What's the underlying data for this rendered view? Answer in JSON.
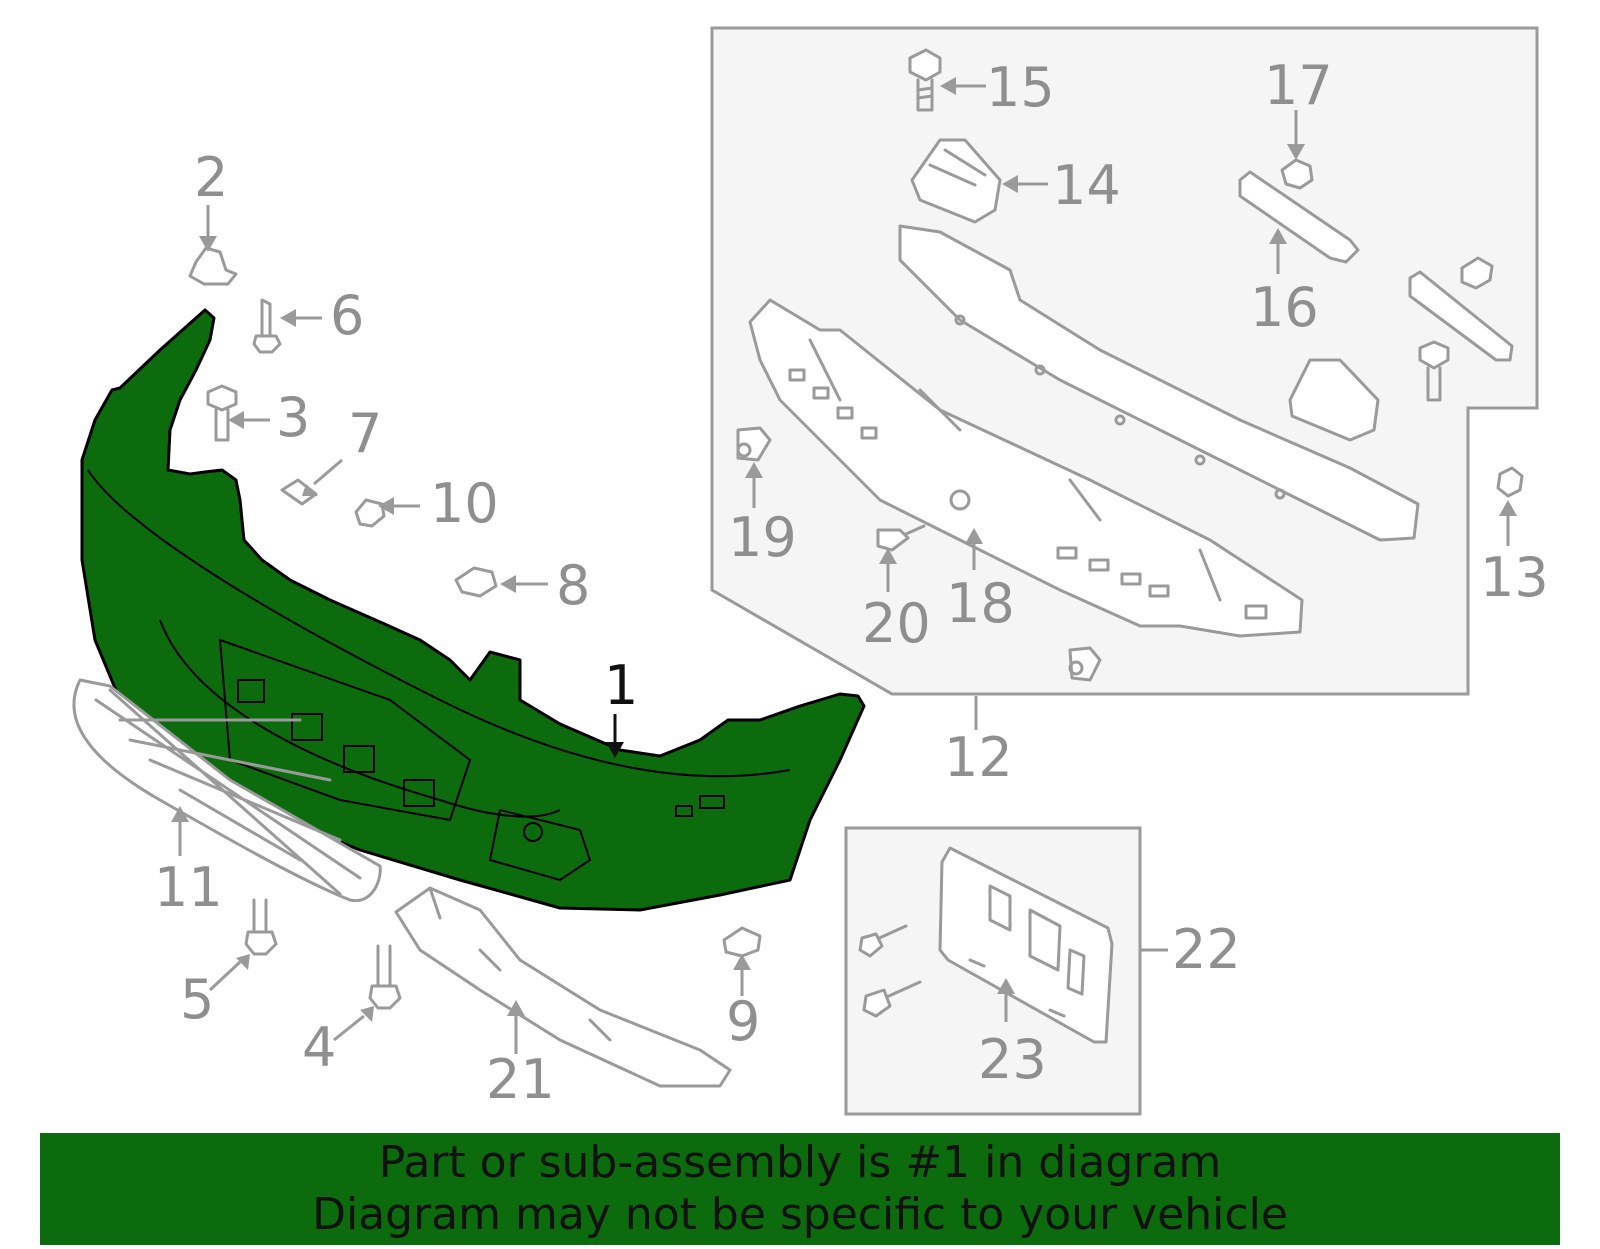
{
  "callouts": {
    "c1": "1",
    "c2": "2",
    "c3": "3",
    "c4": "4",
    "c5": "5",
    "c6": "6",
    "c7": "7",
    "c8": "8",
    "c9": "9",
    "c10": "10",
    "c11": "11",
    "c12": "12",
    "c13": "13",
    "c14": "14",
    "c15": "15",
    "c16": "16",
    "c17": "17",
    "c18": "18",
    "c19": "19",
    "c20": "20",
    "c21": "21",
    "c22": "22",
    "c23": "23"
  },
  "banner": {
    "line1": "Part or sub-assembly is #1 in diagram",
    "line2": "Diagram may not be specific to your vehicle"
  },
  "colors": {
    "highlight": "#0c6b0c",
    "parts": "#9a9a9a",
    "box_fill": "#f5f5f5"
  }
}
